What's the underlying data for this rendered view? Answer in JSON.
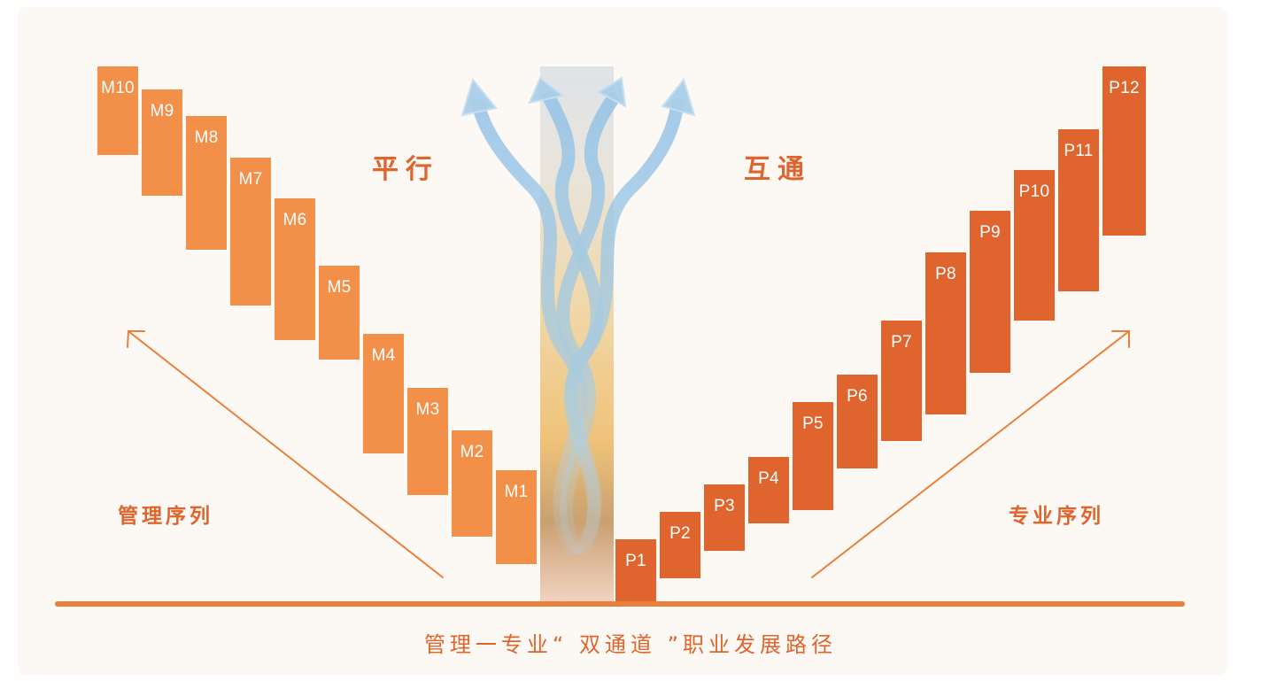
{
  "diagram": {
    "footer_title": "管理一专业“ 双通道 ”职业发展路径",
    "left_heading": "平行",
    "right_heading": "互通",
    "management_series_label": "管理序列",
    "professional_series_label": "专业序列",
    "management_levels": [
      "M10",
      "M9",
      "M8",
      "M7",
      "M6",
      "M5",
      "M4",
      "M3",
      "M2",
      "M1"
    ],
    "professional_levels": [
      "P1",
      "P2",
      "P3",
      "P4",
      "P5",
      "P6",
      "P7",
      "P8",
      "P9",
      "P10",
      "P11",
      "P12"
    ]
  },
  "colors": {
    "management": "#f2904a",
    "professional": "#e0642d",
    "accent_text": "#e0642d",
    "background": "#fcf8f3",
    "arrow_blue": "#a9cfe8"
  }
}
